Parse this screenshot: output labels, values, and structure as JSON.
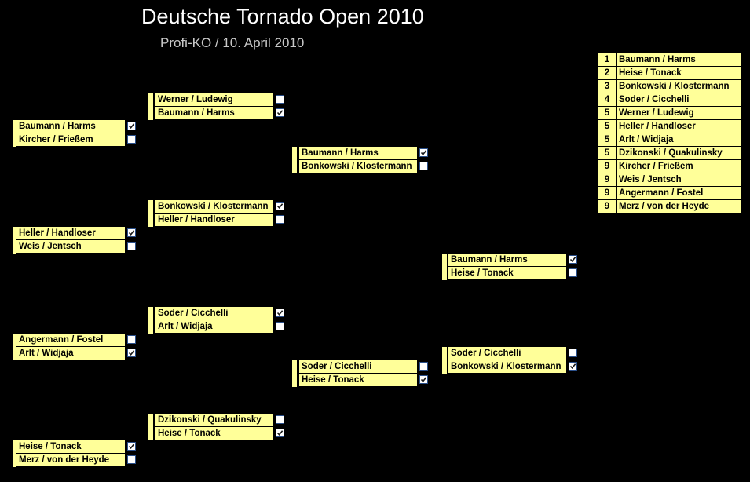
{
  "header": {
    "title": "Deutsche Tornado Open 2010",
    "subtitle": "Profi-KO / 10. April 2010"
  },
  "bracket": {
    "r1": [
      {
        "a": "Baumann / Harms",
        "b": "Kircher / Frießem",
        "a_checked": true,
        "b_checked": false
      },
      {
        "a": "Heller / Handloser",
        "b": "Weis / Jentsch",
        "a_checked": true,
        "b_checked": false
      },
      {
        "a": "Angermann / Fostel",
        "b": "Arlt / Widjaja",
        "a_checked": false,
        "b_checked": true
      },
      {
        "a": "Heise / Tonack",
        "b": "Merz / von der Heyde",
        "a_checked": true,
        "b_checked": false
      }
    ],
    "r2": [
      {
        "a": "Werner / Ludewig",
        "b": "Baumann / Harms",
        "a_checked": false,
        "b_checked": true
      },
      {
        "a": "Bonkowski / Klostermann",
        "b": "Heller / Handloser",
        "a_checked": true,
        "b_checked": false
      },
      {
        "a": "Soder / Cicchelli",
        "b": "Arlt / Widjaja",
        "a_checked": true,
        "b_checked": false
      },
      {
        "a": "Dzikonski / Quakulinsky",
        "b": "Heise / Tonack",
        "a_checked": false,
        "b_checked": true
      }
    ],
    "r3": [
      {
        "a": "Baumann / Harms",
        "b": "Bonkowski / Klostermann",
        "a_checked": true,
        "b_checked": false
      },
      {
        "a": "Soder / Cicchelli",
        "b": "Heise / Tonack",
        "a_checked": false,
        "b_checked": true
      }
    ],
    "final": [
      {
        "a": "Baumann / Harms",
        "b": "Heise / Tonack",
        "a_checked": true,
        "b_checked": false
      }
    ],
    "third": [
      {
        "a": "Soder / Cicchelli",
        "b": "Bonkowski / Klostermann",
        "a_checked": false,
        "b_checked": true
      }
    ]
  },
  "ranking": [
    {
      "place": "1",
      "team": "Baumann / Harms"
    },
    {
      "place": "2",
      "team": "Heise / Tonack"
    },
    {
      "place": "3",
      "team": "Bonkowski / Klostermann"
    },
    {
      "place": "4",
      "team": "Soder / Cicchelli"
    },
    {
      "place": "5",
      "team": "Werner / Ludewig"
    },
    {
      "place": "5",
      "team": "Heller / Handloser"
    },
    {
      "place": "5",
      "team": "Arlt / Widjaja"
    },
    {
      "place": "5",
      "team": "Dzikonski / Quakulinsky"
    },
    {
      "place": "9",
      "team": "Kircher / Frießem"
    },
    {
      "place": "9",
      "team": "Weis / Jentsch"
    },
    {
      "place": "9",
      "team": "Angermann / Fostel"
    },
    {
      "place": "9",
      "team": "Merz / von der Heyde"
    }
  ],
  "colors": {
    "background": "#000000",
    "cell": "#ffff99",
    "checkbox_border": "#2a4f8a"
  }
}
